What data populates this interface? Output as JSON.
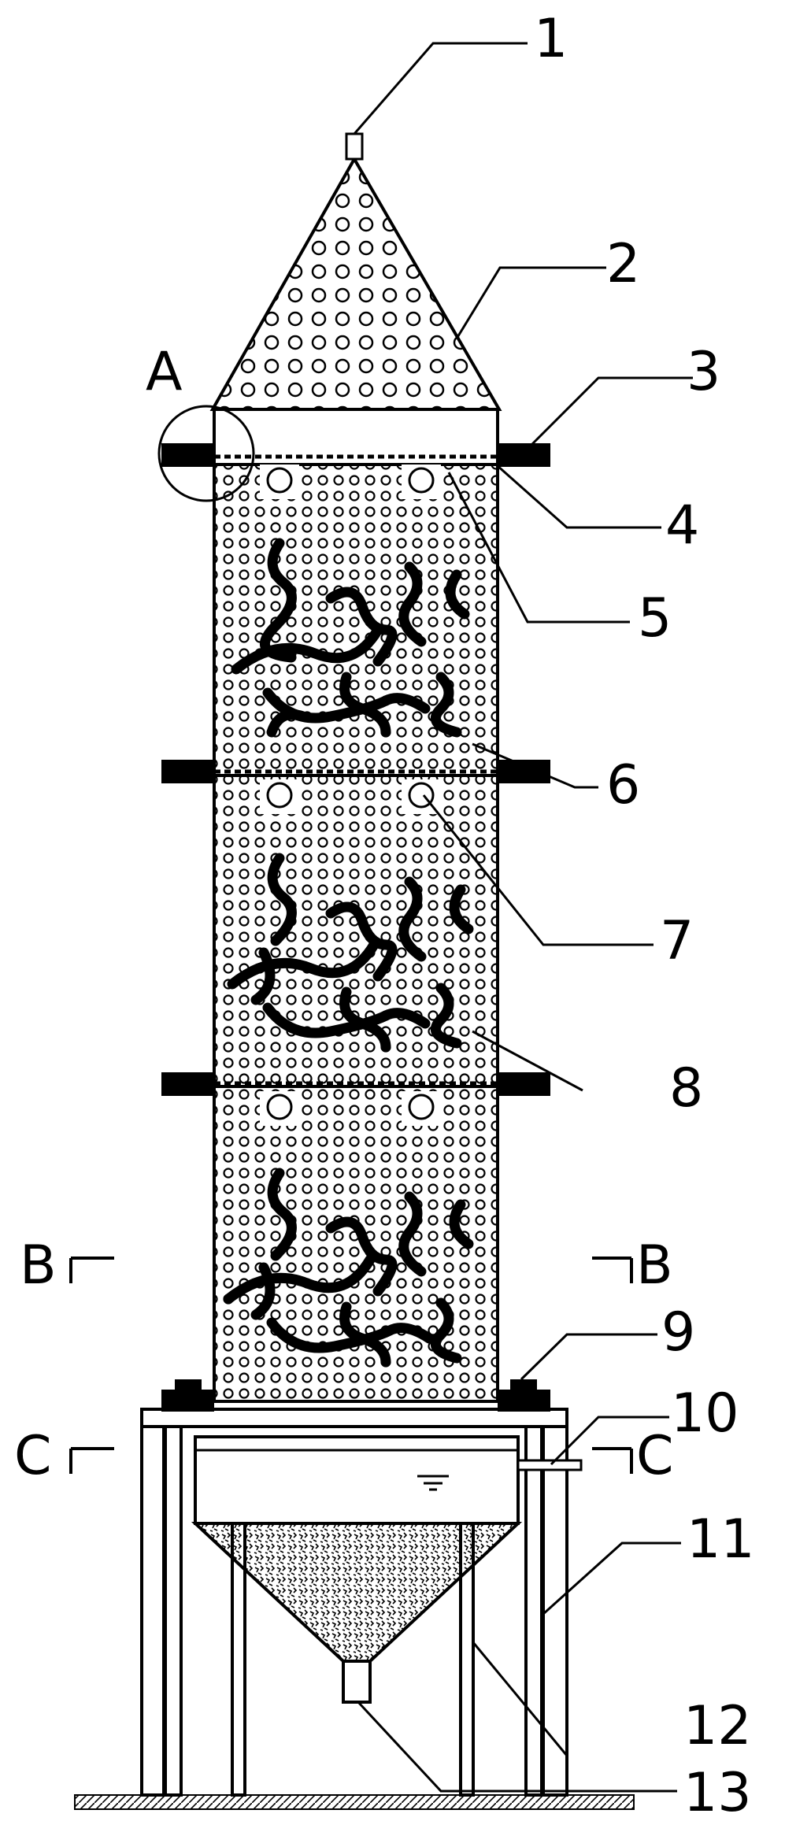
{
  "labels": {
    "n1": "1",
    "n2": "2",
    "n3": "3",
    "n4": "4",
    "n5": "5",
    "n6": "6",
    "n7": "7",
    "n8": "8",
    "n9": "9",
    "n10": "10",
    "n11": "11",
    "n12": "12",
    "n13": "13",
    "detail_a": "A",
    "section_b_left": "B",
    "section_b_right": "B",
    "section_c_left": "C",
    "section_c_right": "C"
  },
  "colors": {
    "ink": "#000000",
    "paper": "#ffffff"
  }
}
